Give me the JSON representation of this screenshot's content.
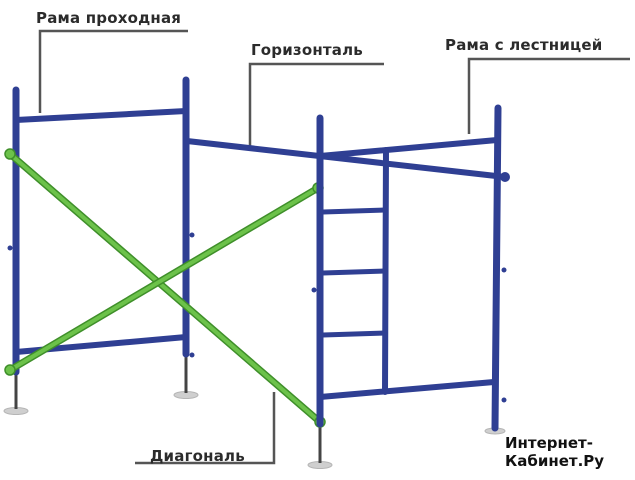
{
  "labels": {
    "frame_pass": "Рама проходная",
    "horizontal": "Горизонталь",
    "frame_ladder": "Рама с лестницей",
    "diagonal": "Диагональ"
  },
  "watermark": {
    "line1": "Интернет-",
    "line2": "Кабинет.Ру"
  },
  "colors": {
    "frame": "#2f3f93",
    "frame_highlight": "#5467c4",
    "diagonal": "#6cc24a",
    "diagonal_edge": "#3f8f2a",
    "leader": "#555555",
    "base_plate": "#cfcfcf"
  }
}
